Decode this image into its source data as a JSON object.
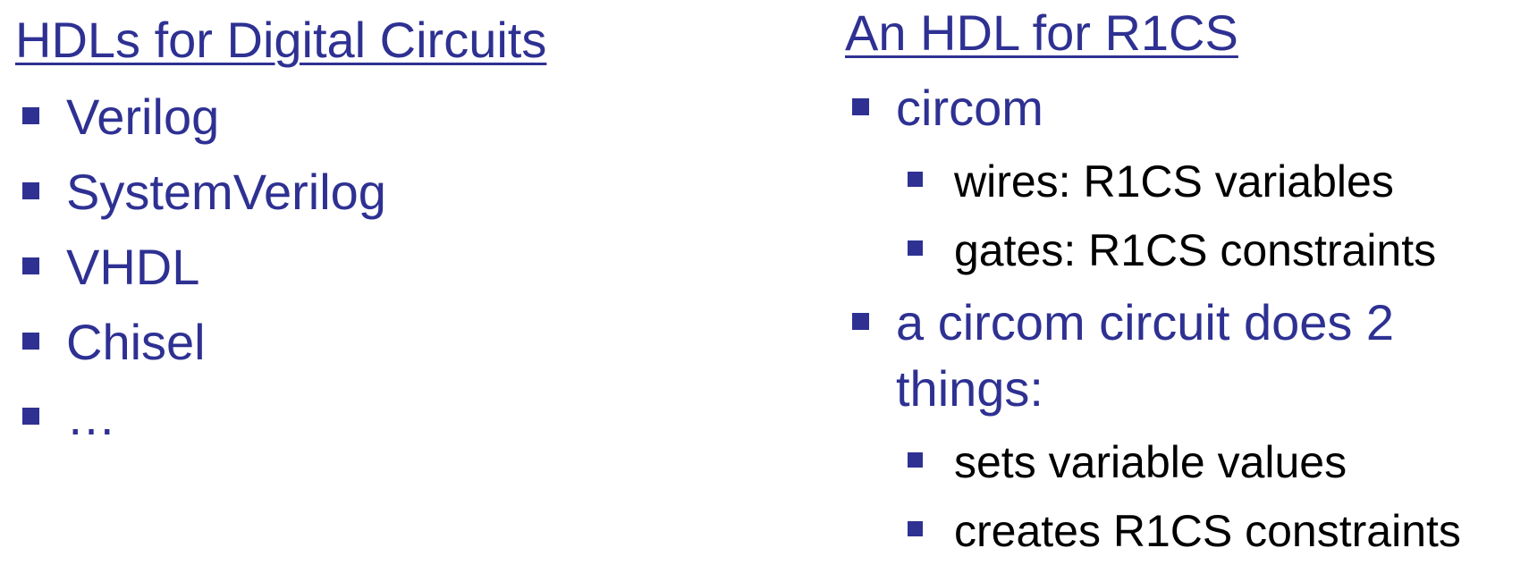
{
  "left": {
    "heading": "HDLs for Digital Circuits",
    "items": [
      "Verilog",
      "SystemVerilog",
      "VHDL",
      "Chisel",
      "…"
    ]
  },
  "right": {
    "heading": "An HDL for R1CS",
    "item1": {
      "label": "circom",
      "sub": [
        "wires: R1CS variables",
        "gates: R1CS constraints"
      ]
    },
    "item2": {
      "label_line1": "a circom circuit does 2",
      "label_line2": "things:",
      "sub": [
        "sets variable values",
        "creates R1CS constraints"
      ]
    }
  }
}
